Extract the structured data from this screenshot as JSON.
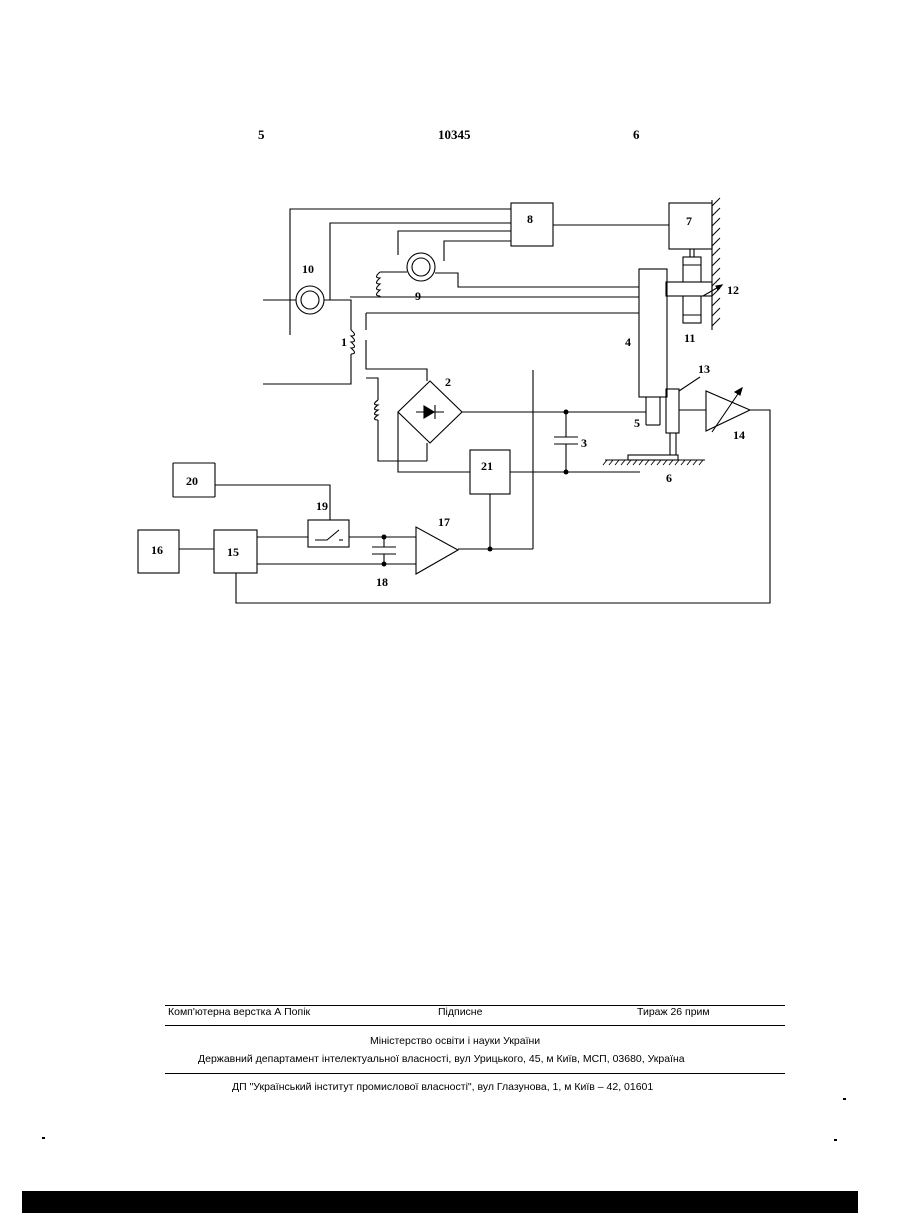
{
  "header": {
    "page_left": "5",
    "patent_number": "10345",
    "page_right": "6"
  },
  "diagram": {
    "labels": [
      "1",
      "2",
      "3",
      "4",
      "5",
      "6",
      "7",
      "8",
      "9",
      "10",
      "11",
      "12",
      "13",
      "14",
      "15",
      "16",
      "17",
      "18",
      "19",
      "20",
      "21"
    ]
  },
  "footer": {
    "layout": "Комп'ютерна верстка А  Попік",
    "signed": "Підписне",
    "circulation": "Тираж 26 прим",
    "ministry": "Міністерство освіти і науки України",
    "department": "Державний департамент інтелектуальної власності, вул  Урицького, 45, м  Київ, МСП, 03680, Україна",
    "institute": "ДП \"Український інститут промислової власності\", вул  Глазунова, 1, м  Київ – 42, 01601"
  }
}
